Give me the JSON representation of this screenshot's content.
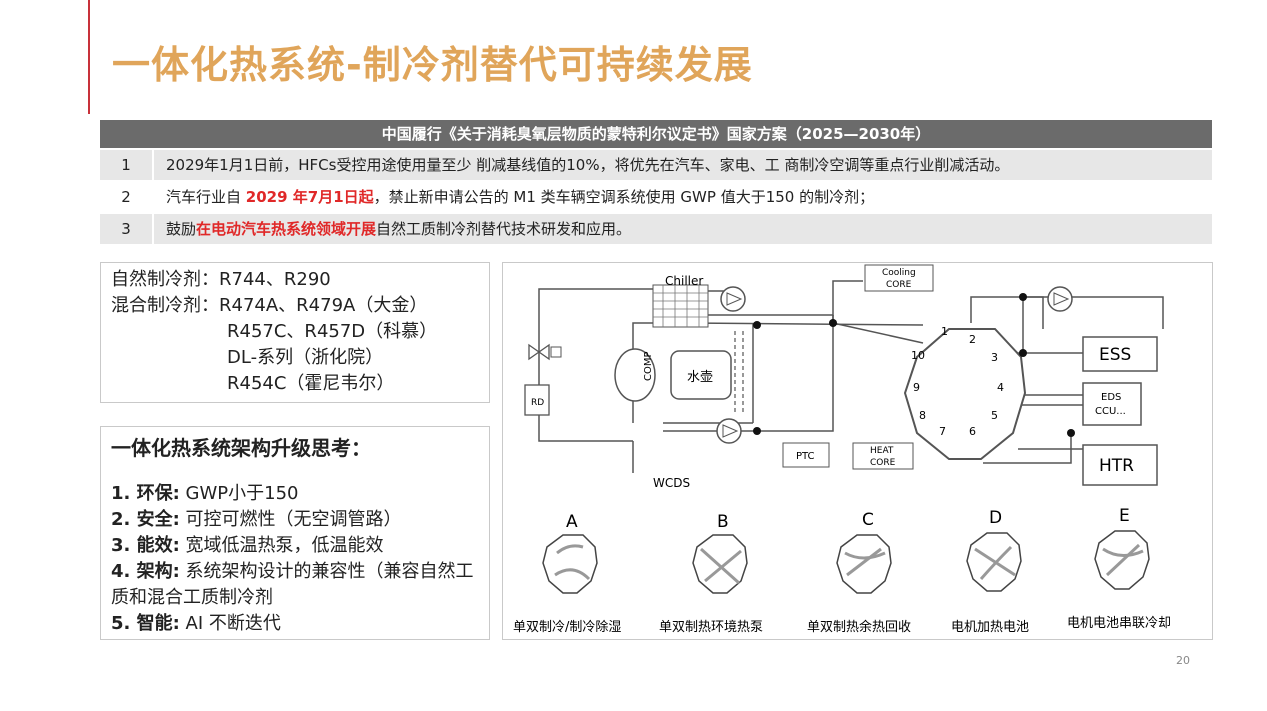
{
  "title": "一体化热系统-制冷剂替代可持续发展",
  "table": {
    "header": "中国履行《关于消耗臭氧层物质的蒙特利尔议定书》国家方案（2025—2030年）",
    "rows": [
      {
        "num": "1",
        "text": "2029年1月1日前，HFCs受控用途使用量至少 削减基线值的10%，将优先在汽车、家电、工 商制冷空调等重点行业削减活动。"
      },
      {
        "num": "2",
        "pre": "汽车行业自 ",
        "highlight": "2029 年7月1日起",
        "post": "，禁止新申请公告的 M1 类车辆空调系统使用 GWP 值大于150 的制冷剂；"
      },
      {
        "num": "3",
        "pre": "鼓励",
        "highlight": "在电动汽车热系统领域开展",
        "post": "自然工质制冷剂替代技术研发和应用。"
      }
    ]
  },
  "refrigerants": {
    "line1": "自然制冷剂：R744、R290",
    "line2": "混合制冷剂：R474A、R479A（大金）",
    "line3": "R457C、R457D（科慕）",
    "line4": "DL-系列（浙化院）",
    "line5": "R454C（霍尼韦尔）"
  },
  "upgrade": {
    "heading": "一体化热系统架构升级思考：",
    "items": [
      {
        "label": "1. 环保:",
        "text": " GWP小于150"
      },
      {
        "label": "2. 安全:",
        "text": " 可控可燃性（无空调管路）"
      },
      {
        "label": "3. 能效:",
        "text": " 宽域低温热泵，低温能效"
      },
      {
        "label": "4. 架构:",
        "text": " 系统架构设计的兼容性（兼容自然工质和混合工质制冷剂"
      },
      {
        "label": "5. 智能:",
        "text": " AI 不断迭代"
      }
    ]
  },
  "diagram": {
    "chiller": "Chiller",
    "cooling_core_1": "Cooling",
    "cooling_core_2": "CORE",
    "comp": "COMP",
    "water_tank": "水壶",
    "rd": "RD",
    "wcds": "WCDS",
    "ptc": "PTC",
    "heat_core_1": "HEAT",
    "heat_core_2": "CORE",
    "ess": "ESS",
    "eds_1": "EDS",
    "eds_2": "CCU...",
    "htr": "HTR",
    "ports": [
      "1",
      "2",
      "3",
      "4",
      "5",
      "6",
      "7",
      "8",
      "9",
      "10"
    ],
    "modes": [
      {
        "letter": "A",
        "caption": "单双制冷/制冷除湿"
      },
      {
        "letter": "B",
        "caption": "单双制热环境热泵"
      },
      {
        "letter": "C",
        "caption": "单双制热余热回收"
      },
      {
        "letter": "D",
        "caption": "电机加热电池"
      },
      {
        "letter": "E",
        "caption": "电机电池串联冷却"
      }
    ]
  },
  "page_number": "20"
}
